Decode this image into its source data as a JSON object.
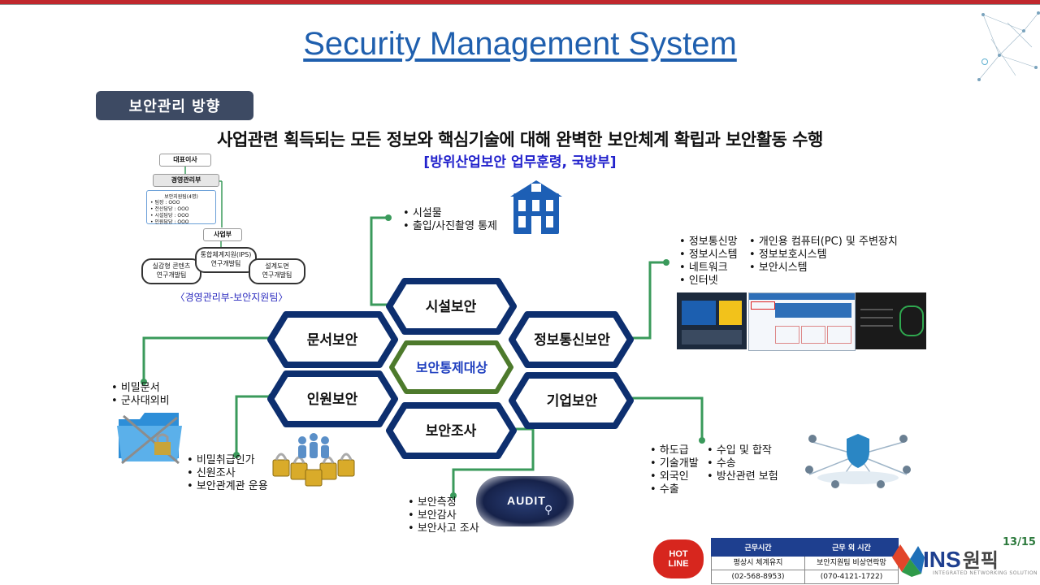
{
  "slide": {
    "title": "Security Management System",
    "section_badge": "보안관리 방향",
    "headline": "사업관련 획득되는 모든 정보와 핵심기술에 대해 완벽한 보안체계 확립과 보안활동 수행",
    "subheadline": "[방위산업보안 업무훈령, 국방부]",
    "page_number": "13/15"
  },
  "org_chart": {
    "ceo": "대표이사",
    "mgmt": "경영관리부",
    "support_team": "보안지원팀(4명)",
    "support_members": [
      "• 팀장 : OOO",
      "• 전산담당 : OOO",
      "• 시설담당 : OOO",
      "• 인원담당 : OOO"
    ],
    "business": "사업부",
    "team_left": "실감형 콘텐츠\n연구개발팀",
    "team_center": "통합체계지원(IPS)\n연구개발팀",
    "team_right": "설계도면\n연구개발팀",
    "caption": "〈경영관리부-보안지원팀〉"
  },
  "hexagons": {
    "facility": "시설보안",
    "document": "문서보안",
    "infocomm": "정보통신보안",
    "center": "보안통제대상",
    "personnel": "인원보안",
    "corporate": "기업보안",
    "audit": "보안조사"
  },
  "lists": {
    "facility": [
      "시설물",
      "출입/사진촬영 통제"
    ],
    "infocomm_col1": [
      "정보통신망",
      "정보시스템",
      "네트워크",
      "인터넷"
    ],
    "infocomm_col2": [
      "개인용 컴퓨터(PC) 및 주변장치",
      "정보보호시스템",
      "보안시스템"
    ],
    "document": [
      "비밀문서",
      "군사대외비"
    ],
    "personnel": [
      "비밀취급인가",
      "신원조사",
      "보안관계관 운용"
    ],
    "audit": [
      "보안측정",
      "보안감사",
      "보안사고 조사"
    ],
    "corporate_col1": [
      "하도급",
      "기술개발",
      "외국인",
      "수출"
    ],
    "corporate_col2": [
      "수입 및 합작",
      "수송",
      "방산관련 보험"
    ]
  },
  "audit_image_text": "AUDIT",
  "hotline": {
    "badge": "HOT LINE",
    "headers": [
      "근무시간",
      "근무 외 시간"
    ],
    "row1": [
      "평상시 체계유지",
      "보안지원팀 비상연락망"
    ],
    "row2": [
      "(02-568-8953)",
      "(070-4121-1722)"
    ]
  },
  "logo": {
    "name": "INS",
    "korean": "원픽",
    "tagline": "INTEGRATED NETWORKING SOLUTION"
  },
  "colors": {
    "title_blue": "#1f5fae",
    "hex_border": "#0d2f6f",
    "center_border": "#4d7a2c",
    "connector_green": "#3a9a5b",
    "badge_bg": "#3d4a63"
  }
}
